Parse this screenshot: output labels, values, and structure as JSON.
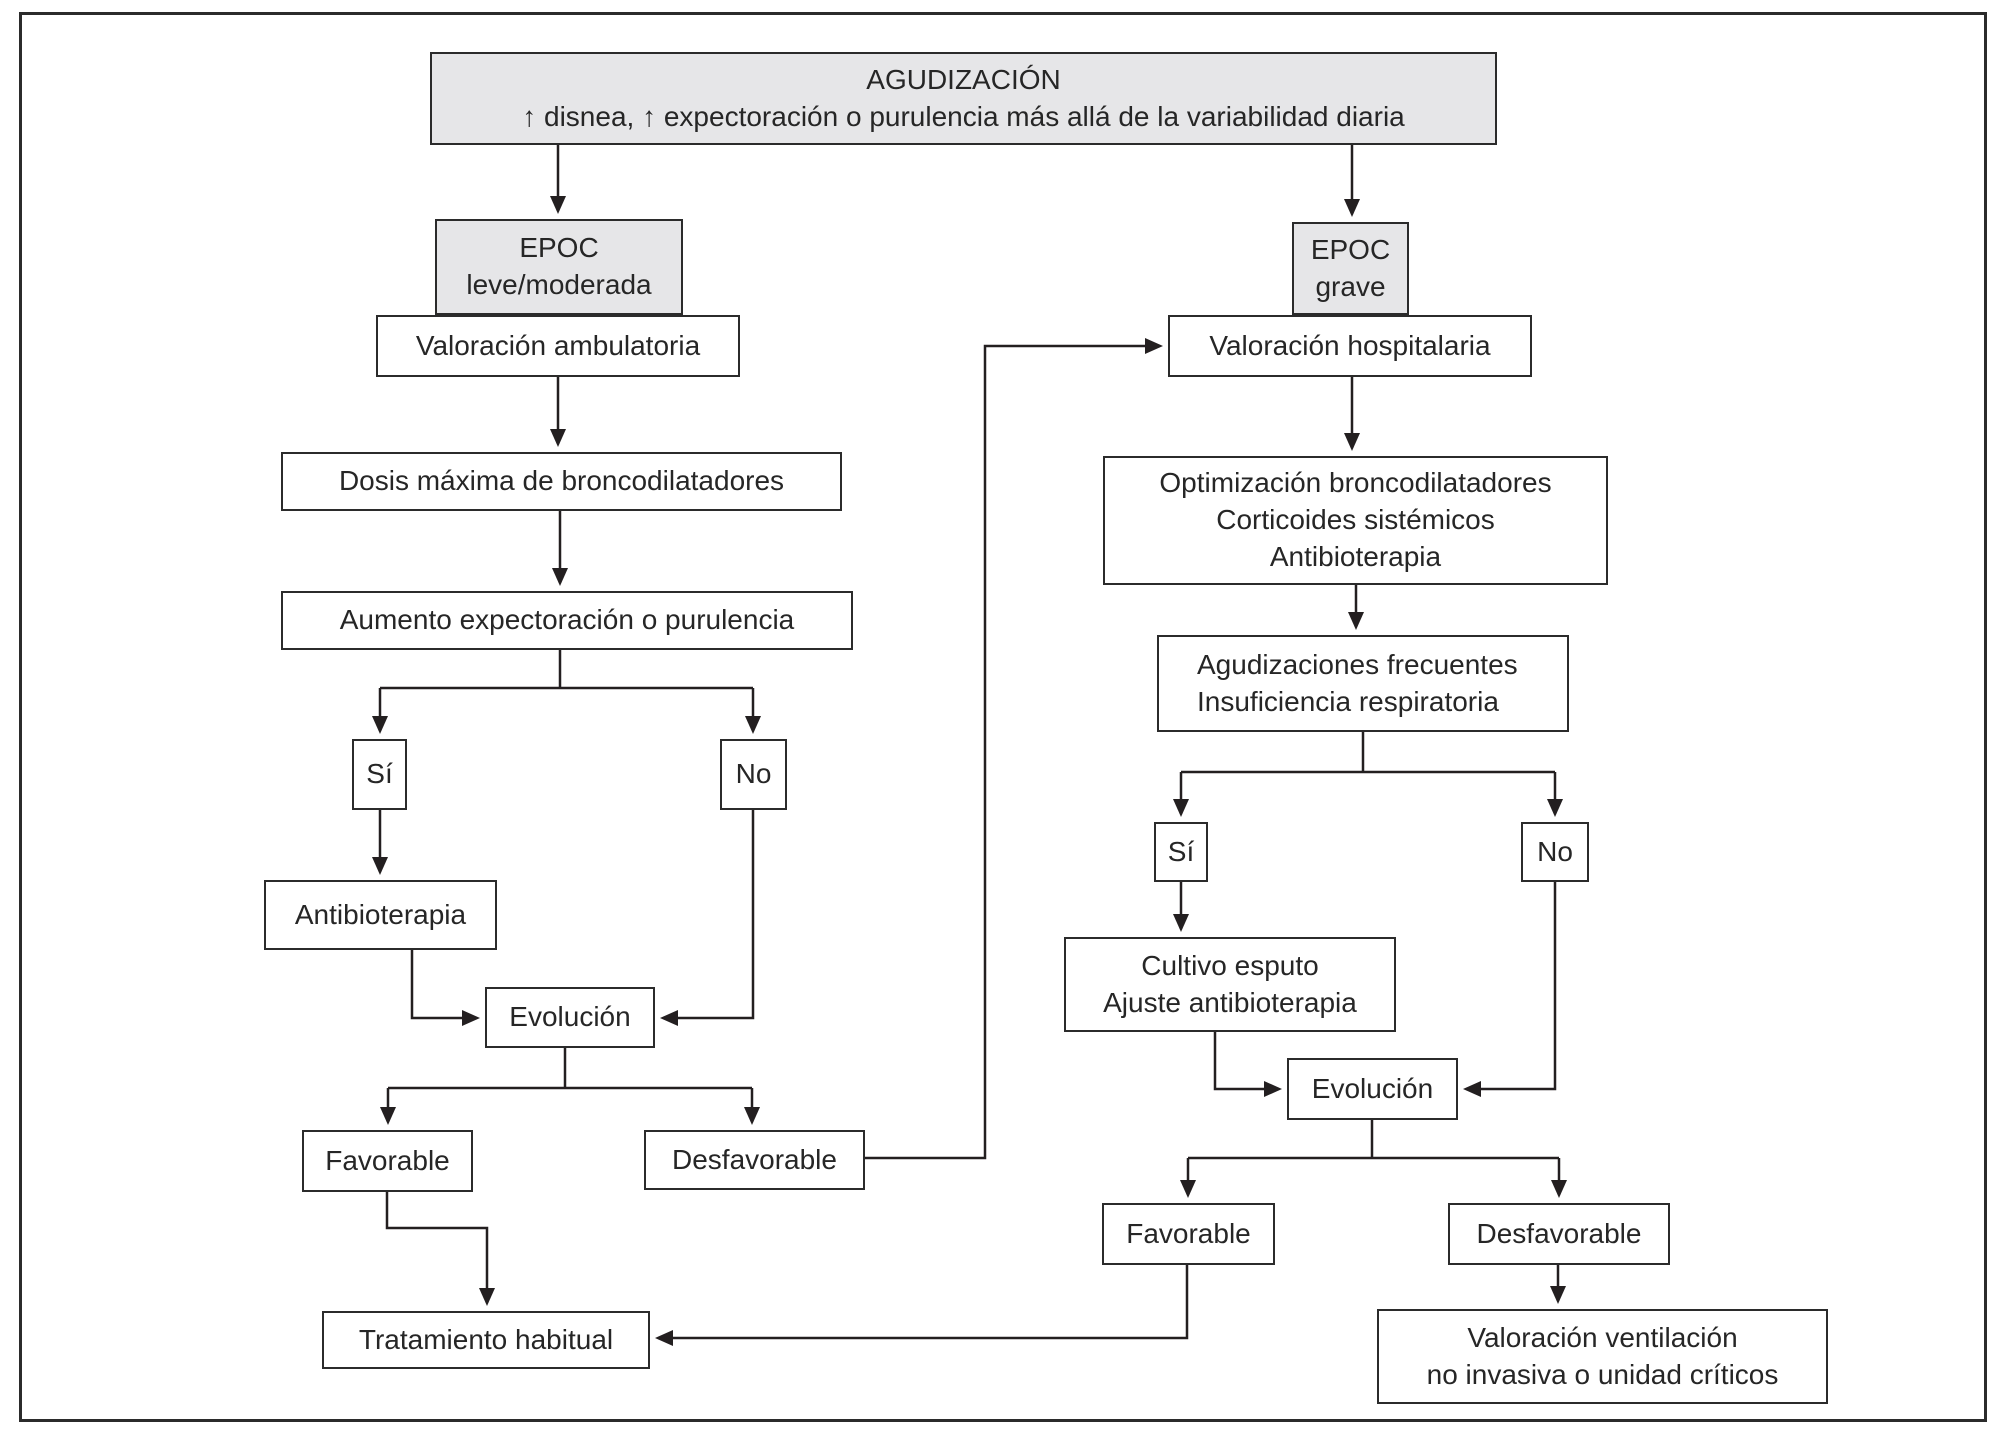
{
  "colors": {
    "box_fill_gray": "#e6e6e8",
    "box_fill_white": "#ffffff",
    "line_color": "#231f20",
    "text_color": "#262626",
    "frame_border": "#2b2b2b"
  },
  "nodes": {
    "agudizacion": {
      "line1": "AGUDIZACIÓN",
      "line2": "↑ disnea, ↑ expectoración o purulencia más allá de la variabilidad diaria"
    },
    "epoc_leve": {
      "line1": "EPOC",
      "line2": "leve/moderada"
    },
    "valoracion_ambulatoria": {
      "label": "Valoración ambulatoria"
    },
    "dosis_maxima": {
      "label": "Dosis máxima de broncodilatadores"
    },
    "aumento_expectoracion": {
      "label": "Aumento expectoración o purulencia"
    },
    "si_izquierda": {
      "label": "Sí"
    },
    "no_izquierda": {
      "label": "No"
    },
    "antibioterapia": {
      "label": "Antibioterapia"
    },
    "evolucion_izquierda": {
      "label": "Evolución"
    },
    "favorable_izquierda": {
      "label": "Favorable"
    },
    "desfavorable_izquierda": {
      "label": "Desfavorable"
    },
    "tratamiento_habitual": {
      "label": "Tratamiento habitual"
    },
    "epoc_grave": {
      "line1": "EPOC",
      "line2": "grave"
    },
    "valoracion_hospitalaria": {
      "label": "Valoración hospitalaria"
    },
    "optimizacion": {
      "line1": "Optimización broncodilatadores",
      "line2": "Corticoides sistémicos",
      "line3": "Antibioterapia"
    },
    "agudizaciones_frecuentes": {
      "line1": "Agudizaciones frecuentes",
      "line2": "Insuficiencia respiratoria"
    },
    "si_derecha": {
      "label": "Sí"
    },
    "no_derecha": {
      "label": "No"
    },
    "cultivo_esputo": {
      "line1": "Cultivo esputo",
      "line2": "Ajuste antibioterapia"
    },
    "evolucion_derecha": {
      "label": "Evolución"
    },
    "favorable_derecha": {
      "label": "Favorable"
    },
    "desfavorable_derecha": {
      "label": "Desfavorable"
    },
    "valoracion_ventilacion": {
      "line1": "Valoración ventilación",
      "line2": "no invasiva o unidad críticos"
    }
  }
}
